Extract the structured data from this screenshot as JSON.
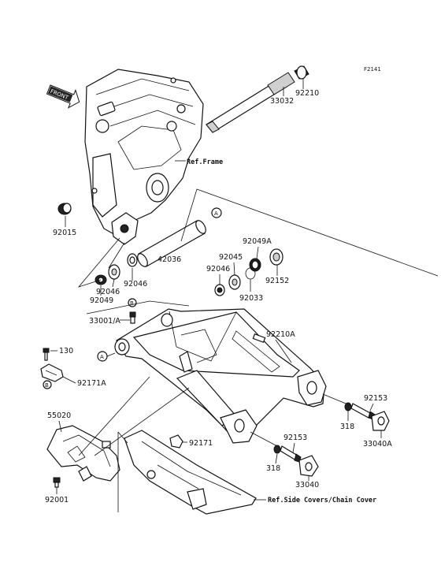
{
  "diagram_code": "F2141",
  "front_tag": "FRONT",
  "refs": {
    "frame": "Ref.Frame",
    "side_covers": "Ref.Side Covers/Chain Cover"
  },
  "markers": {
    "a": "A",
    "b": "B"
  },
  "labels": [
    {
      "id": "p33032",
      "text": "33032"
    },
    {
      "id": "p92210",
      "text": "92210"
    },
    {
      "id": "p92015",
      "text": "92015"
    },
    {
      "id": "p42036",
      "text": "42036"
    },
    {
      "id": "p92049a",
      "text": "92049A"
    },
    {
      "id": "p92045",
      "text": "92045"
    },
    {
      "id": "p92152",
      "text": "92152"
    },
    {
      "id": "p92046a",
      "text": "92046"
    },
    {
      "id": "p92046b",
      "text": "92046"
    },
    {
      "id": "p92046c",
      "text": "92046"
    },
    {
      "id": "p92033",
      "text": "92033"
    },
    {
      "id": "p92049",
      "text": "92049"
    },
    {
      "id": "p92210a",
      "text": "92210A"
    },
    {
      "id": "p33001a",
      "text": "33001/A"
    },
    {
      "id": "p130",
      "text": "130"
    },
    {
      "id": "p92171a",
      "text": "92171A"
    },
    {
      "id": "p55020",
      "text": "55020"
    },
    {
      "id": "p92171",
      "text": "92171"
    },
    {
      "id": "p92153a",
      "text": "92153"
    },
    {
      "id": "p318a",
      "text": "318"
    },
    {
      "id": "p33040a",
      "text": "33040A"
    },
    {
      "id": "p92153b",
      "text": "92153"
    },
    {
      "id": "p318b",
      "text": "318"
    },
    {
      "id": "p33040",
      "text": "33040"
    },
    {
      "id": "p92001",
      "text": "92001"
    }
  ]
}
